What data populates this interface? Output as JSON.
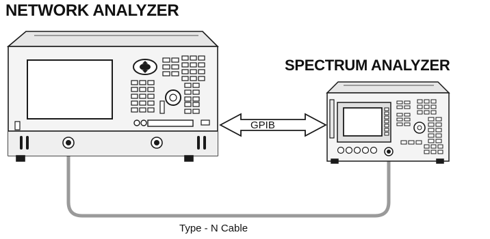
{
  "diagram": {
    "network_analyzer_label": "NETWORK ANALYZER",
    "spectrum_analyzer_label": "SPECTRUM ANALYZER",
    "bus_label": "GPIB",
    "cable_label": "Type - N Cable"
  },
  "colors": {
    "outline": "#1a1a1a",
    "cable": "#9a9a9a",
    "body_light": "#f4f4f4",
    "bezel": "#d8d8d8",
    "screen": "#ffffff"
  }
}
